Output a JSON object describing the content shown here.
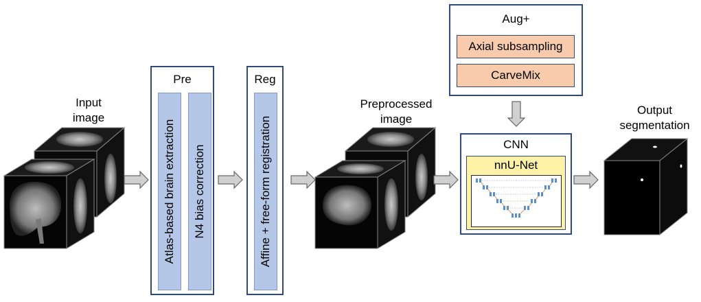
{
  "labels": {
    "input": [
      "Input",
      "image"
    ],
    "preprocessed": [
      "Preprocessed",
      "image"
    ],
    "output": [
      "Output",
      "segmentation"
    ]
  },
  "pre": {
    "title": "Pre",
    "steps": [
      "Atlas-based brain extraction",
      "N4 bias correction"
    ]
  },
  "reg": {
    "title": "Reg",
    "steps": [
      "Affine + free-form registration"
    ]
  },
  "aug": {
    "title": "Aug+",
    "items": [
      "Axial subsampling",
      "CarveMix"
    ]
  },
  "cnn": {
    "title": "CNN",
    "model": "nnU-Net"
  },
  "colors": {
    "box_border": "#2f4a7a",
    "step_fill": "#b4c7e7",
    "aug_fill": "#f8cbad",
    "model_fill": "#fff2a8",
    "arrow_fill": "#d0d0d0"
  }
}
